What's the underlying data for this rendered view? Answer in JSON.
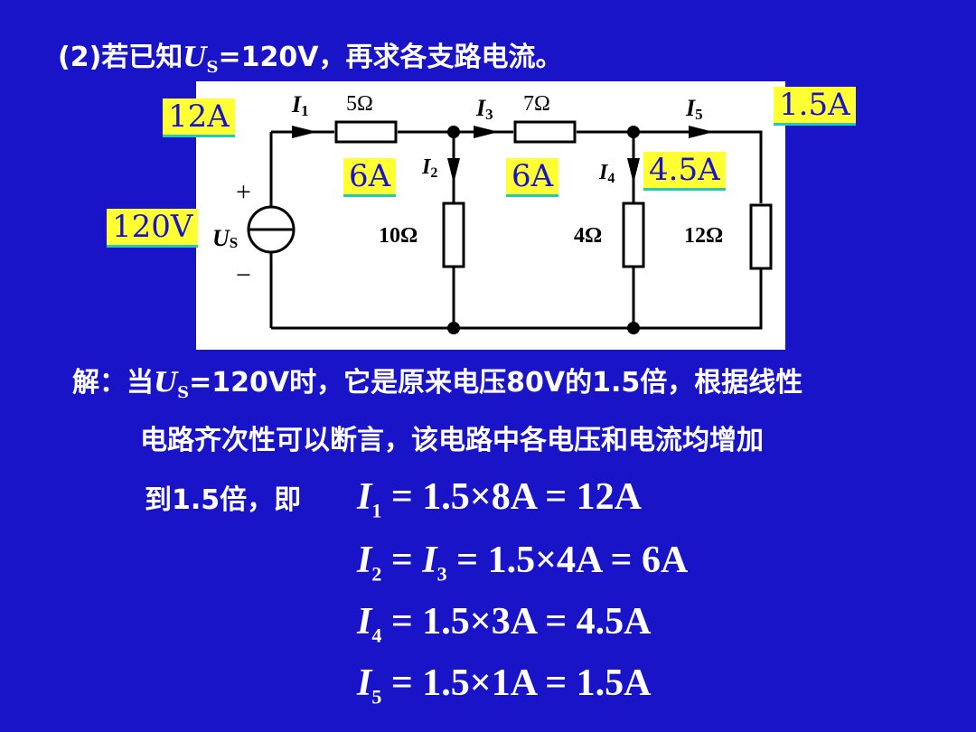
{
  "title": {
    "prefix": "(2)若已知",
    "var": "U",
    "sub": "S",
    "suffix": "=120V，再求各支路电流。"
  },
  "circuit": {
    "r1": "5Ω",
    "r3": "7Ω",
    "r2": "10Ω",
    "r4": "4Ω",
    "r5": "12Ω",
    "source_var": "U",
    "source_sub": "S",
    "plus": "+",
    "minus": "−",
    "currents": {
      "i1": "I",
      "i1_sub": "1",
      "i2": "I",
      "i2_sub": "2",
      "i3": "I",
      "i3_sub": "3",
      "i4": "I",
      "i4_sub": "4",
      "i5": "I",
      "i5_sub": "5"
    }
  },
  "answers": {
    "i1": "12A",
    "i5": "1.5A",
    "i2": "6A",
    "i3": "6A",
    "i4": "4.5A",
    "us": "120V"
  },
  "solution": {
    "line1_a": "解：当",
    "line1_var": "U",
    "line1_sub": "S",
    "line1_b": "=120V时，它是原来电压80V的1.5倍，根据线性",
    "line2": "电路齐次性可以断言，该电路中各电压和电流均增加",
    "line3": "到1.5倍，即"
  },
  "equations": [
    {
      "lhs_var": "I",
      "lhs_sub": "1",
      "rhs": " = 1.5×8A = 12A"
    },
    {
      "lhs_var": "I",
      "lhs_sub": "2",
      "mid": " = ",
      "mid_var": "I",
      "mid_sub": "3",
      "rhs": " = 1.5×4A = 6A"
    },
    {
      "lhs_var": "I",
      "lhs_sub": "4",
      "rhs": " = 1.5×3A = 4.5A"
    },
    {
      "lhs_var": "I",
      "lhs_sub": "5",
      "rhs": " = 1.5×1A = 1.5A"
    }
  ],
  "colors": {
    "background": "#1a14c8",
    "highlight": "#ffff33",
    "text": "#ffffff"
  }
}
